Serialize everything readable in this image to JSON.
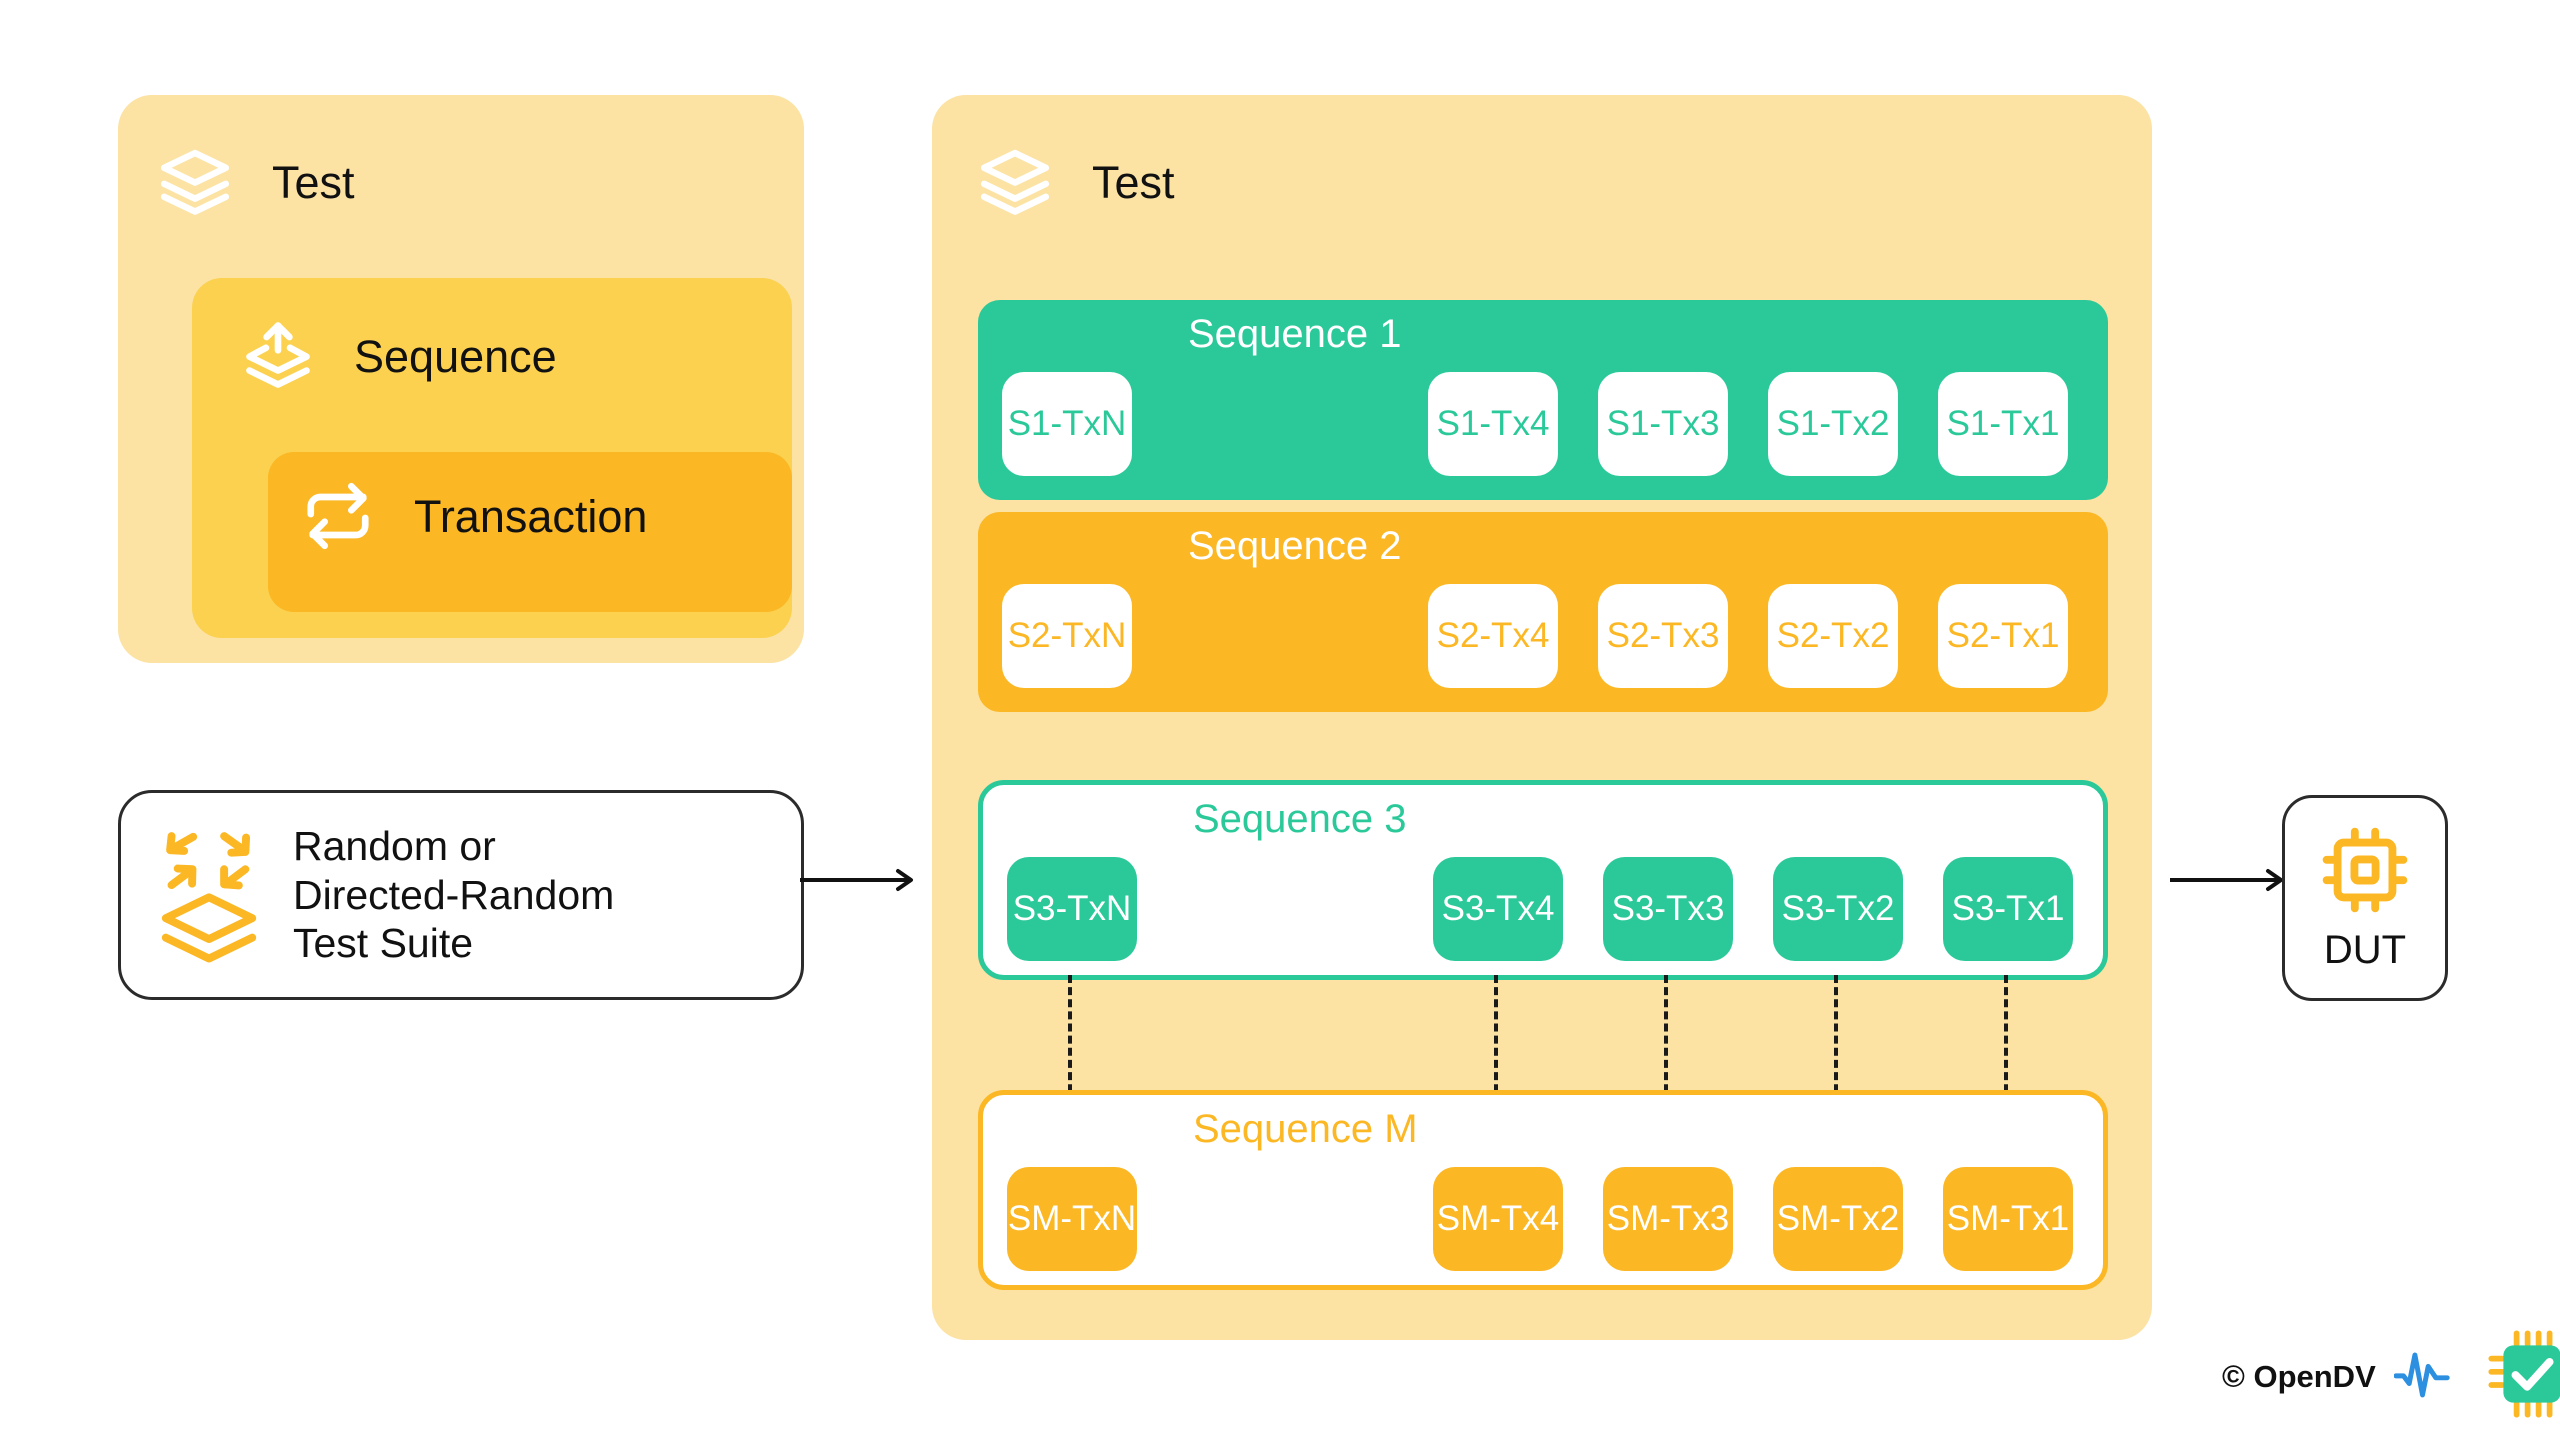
{
  "legend": {
    "panel_title": "Test",
    "stack_icon": "layers-icon",
    "sequence": {
      "label": "Sequence",
      "icon": "layers-upload-icon"
    },
    "transaction": {
      "label": "Transaction",
      "icon": "repeat-loop-icon"
    }
  },
  "suite": {
    "icon": "random-arrows-layers-icon",
    "line1": "Random or",
    "line2": "Directed-Random",
    "line3": "Test Suite"
  },
  "arrows": {
    "left_icon": "arrow-right-icon",
    "right_icon": "arrow-right-icon"
  },
  "test_panel": {
    "title": "Test",
    "icon": "layers-icon",
    "sequences": [
      {
        "label": "Sequence 1",
        "style": "filled-green",
        "transactions": [
          "S1-TxN",
          "S1-Tx4",
          "S1-Tx3",
          "S1-Tx2",
          "S1-Tx1"
        ]
      },
      {
        "label": "Sequence 2",
        "style": "filled-orange",
        "transactions": [
          "S2-TxN",
          "S2-Tx4",
          "S2-Tx3",
          "S2-Tx2",
          "S2-Tx1"
        ]
      },
      {
        "label": "Sequence 3",
        "style": "outline-green",
        "transactions": [
          "S3-TxN",
          "S3-Tx4",
          "S3-Tx3",
          "S3-Tx2",
          "S3-Tx1"
        ]
      },
      {
        "label": "Sequence M",
        "style": "outline-orange",
        "transactions": [
          "SM-TxN",
          "SM-Tx4",
          "SM-Tx3",
          "SM-Tx2",
          "SM-Tx1"
        ]
      }
    ]
  },
  "dut": {
    "label": "DUT",
    "icon": "cpu-chip-icon"
  },
  "logo": {
    "text": "© OpenDV",
    "waveform_icon": "waveform-icon",
    "chip_icon": "chip-check-icon"
  },
  "colors": {
    "green": "#2BC99A",
    "orange": "#FBB724",
    "pale_yellow": "#FCE3A4",
    "mid_yellow": "#FBD14F",
    "white": "#FFFFFF",
    "ink": "#111111",
    "logo_blue": "#2C8FE0"
  }
}
